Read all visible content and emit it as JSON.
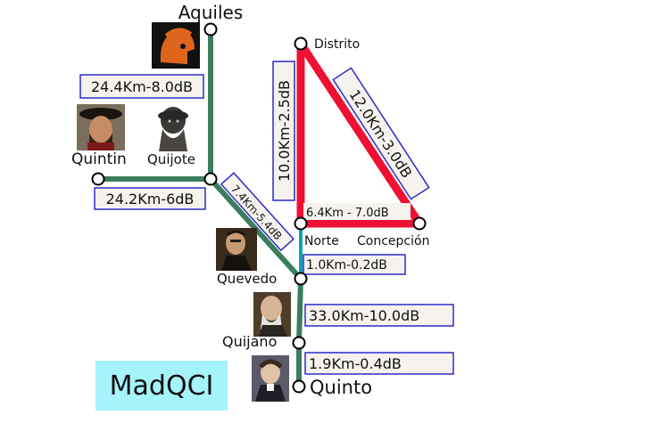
{
  "title": "MadQCI",
  "colors": {
    "green_link": "#3b7d5c",
    "teal_link": "#0aa5b4",
    "red_link": "#ee1133",
    "label_border": "#2b2bc8",
    "label_fill": "#f6f3ef",
    "title_bg": "#a6f4fb"
  },
  "nodes": [
    {
      "id": "aquiles",
      "label": "Aquiles",
      "portrait": "spartan-helmet-portrait"
    },
    {
      "id": "quintin",
      "label": "Quintin",
      "portrait": "bearded-man-portrait"
    },
    {
      "id": "quijote",
      "label": "Quijote",
      "portrait": "quijote-bust-portrait"
    },
    {
      "id": "quevedo",
      "label": "Quevedo",
      "portrait": "quevedo-portrait"
    },
    {
      "id": "quijano",
      "label": "Quijano",
      "portrait": "old-man-portrait"
    },
    {
      "id": "quinto",
      "label": "Quinto",
      "portrait": "young-man-portrait"
    },
    {
      "id": "distrito",
      "label": "Distrito"
    },
    {
      "id": "norte",
      "label": "Norte"
    },
    {
      "id": "concepcion",
      "label": "Concepción"
    },
    {
      "id": "junction",
      "label": ""
    }
  ],
  "links": [
    {
      "from": "aquiles",
      "to": "junction",
      "label": "24.4Km-8.0dB",
      "type": "green"
    },
    {
      "from": "quintin",
      "to": "junction",
      "label": "24.2Km-6dB",
      "type": "green"
    },
    {
      "from": "junction",
      "to": "quevedo",
      "label": "7.4Km-5.4dB",
      "type": "green"
    },
    {
      "from": "norte",
      "to": "quevedo",
      "label": "1.0Km-0.2dB",
      "type": "teal"
    },
    {
      "from": "quevedo",
      "to": "quijano",
      "label": "33.0Km-10.0dB",
      "type": "green"
    },
    {
      "from": "quijano",
      "to": "quinto",
      "label": "1.9Km-0.4dB",
      "type": "green"
    },
    {
      "from": "distrito",
      "to": "norte",
      "label": "10.0Km-2.5dB",
      "type": "red"
    },
    {
      "from": "distrito",
      "to": "concepcion",
      "label": "12.0Km-3.0dB",
      "type": "red"
    },
    {
      "from": "norte",
      "to": "concepcion",
      "label": "6.4Km - 7.0dB",
      "type": "red"
    }
  ]
}
